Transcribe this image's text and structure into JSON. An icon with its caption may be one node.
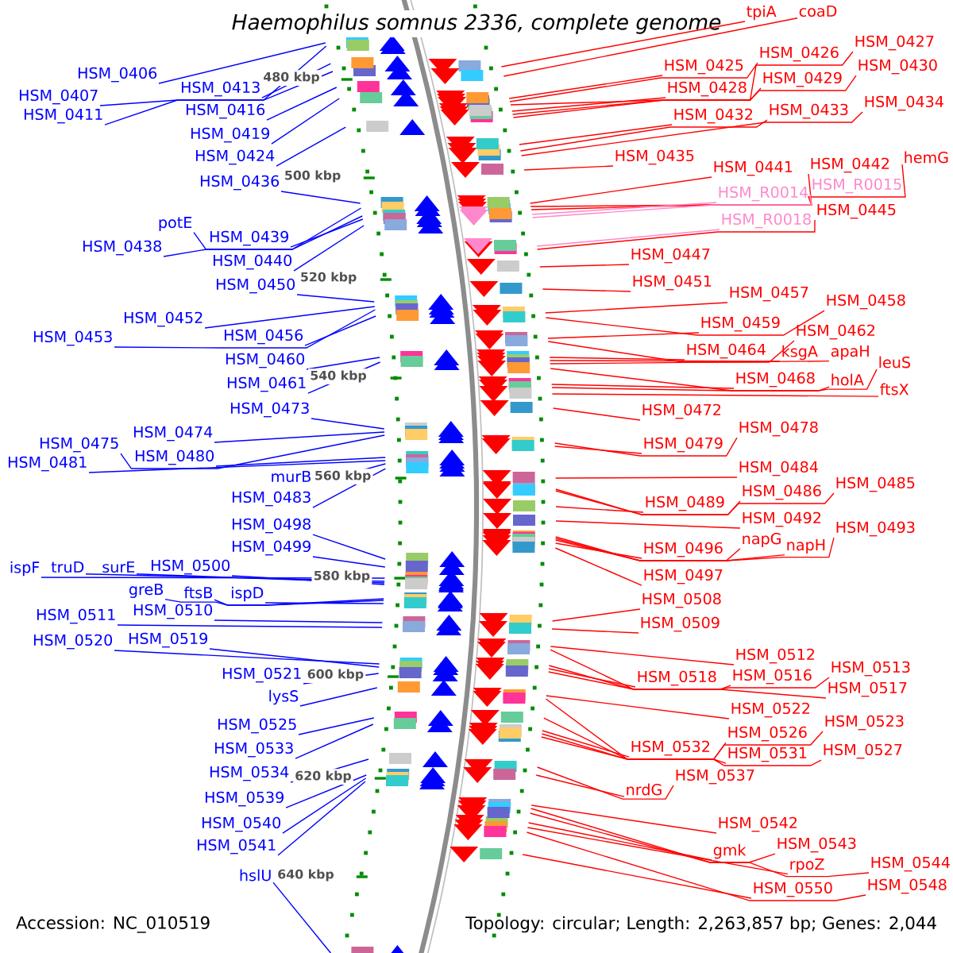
{
  "diagram": {
    "title": "Haemophilus somnus 2336, complete genome",
    "nodes": [
      {
        "text": [
          "HSM_0406"
        ]
      },
      {
        "text": [
          "HSM_0407"
        ]
      },
      {
        "text": [
          "HSM_0411"
        ]
      },
      {
        "text": [
          "HSM_0413"
        ]
      },
      {
        "text": [
          "HSM_0416"
        ]
      },
      {
        "text": [
          "HSM_0419"
        ]
      },
      {
        "text": [
          "HSM_0424"
        ]
      },
      {
        "text": [
          "HSM_0436"
        ]
      },
      {
        "text": [
          "potE"
        ]
      },
      {
        "text": [
          "HSM_0438"
        ]
      },
      {
        "text": [
          "HSM_0439"
        ]
      },
      {
        "text": [
          "HSM_0440"
        ]
      },
      {
        "text": [
          "HSM_0450"
        ]
      },
      {
        "text": [
          "HSM_0452"
        ]
      },
      {
        "text": [
          "HSM_0453"
        ]
      },
      {
        "text": [
          "HSM_0456"
        ]
      },
      {
        "text": [
          "HSM_0460"
        ]
      },
      {
        "text": [
          "HSM_0461"
        ]
      },
      {
        "text": [
          "HSM_0473"
        ]
      },
      {
        "text": [
          "HSM_0474"
        ]
      },
      {
        "text": [
          "HSM_0475"
        ]
      },
      {
        "text": [
          "HSM_0480"
        ]
      },
      {
        "text": [
          "HSM_0481"
        ]
      },
      {
        "text": [
          "murB"
        ]
      },
      {
        "text": [
          "HSM_0483"
        ]
      },
      {
        "text": [
          "HSM_0498"
        ]
      },
      {
        "text": [
          "HSM_0499"
        ]
      },
      {
        "text": [
          "ispF"
        ]
      },
      {
        "text": [
          "truD"
        ]
      },
      {
        "text": [
          "surE"
        ]
      },
      {
        "text": [
          "HSM_0500"
        ]
      },
      {
        "text": [
          "greB"
        ]
      },
      {
        "text": [
          "ftsB"
        ]
      },
      {
        "text": [
          "ispD"
        ]
      },
      {
        "text": [
          "HSM_0510"
        ]
      },
      {
        "text": [
          "HSM_0511"
        ]
      },
      {
        "text": [
          "HSM_0520"
        ]
      },
      {
        "text": [
          "HSM_0519"
        ]
      },
      {
        "text": [
          "HSM_0521"
        ]
      },
      {
        "text": [
          "lysS"
        ]
      },
      {
        "text": [
          "HSM_0525"
        ]
      },
      {
        "text": [
          "HSM_0533"
        ]
      },
      {
        "text": [
          "HSM_0534"
        ]
      },
      {
        "text": [
          "HSM_0539"
        ]
      },
      {
        "text": [
          "HSM_0540"
        ]
      },
      {
        "text": [
          "HSM_0541"
        ]
      },
      {
        "text": [
          "hslU"
        ]
      },
      {
        "text": [
          "tpiA"
        ]
      },
      {
        "text": [
          "coaD"
        ]
      },
      {
        "text": [
          "HSM_0427"
        ]
      },
      {
        "text": [
          "HSM_0426"
        ]
      },
      {
        "text": [
          "HSM_0425"
        ]
      },
      {
        "text": [
          "HSM_0430"
        ]
      },
      {
        "text": [
          "HSM_0429"
        ]
      },
      {
        "text": [
          "HSM_0428"
        ]
      },
      {
        "text": [
          "HSM_0434"
        ]
      },
      {
        "text": [
          "HSM_0433"
        ]
      },
      {
        "text": [
          "HSM_0432"
        ]
      },
      {
        "text": [
          "HSM_0435"
        ]
      },
      {
        "text": [
          "hemG"
        ]
      },
      {
        "text": [
          "HSM_0442"
        ]
      },
      {
        "text": [
          "HSM_0441"
        ]
      },
      {
        "text": [
          "HSM_R0015"
        ]
      },
      {
        "text": [
          "HSM_R0014"
        ]
      },
      {
        "text": [
          "HSM_0445"
        ]
      },
      {
        "text": [
          "HSM_R0018"
        ]
      },
      {
        "text": [
          "HSM_0447"
        ]
      },
      {
        "text": [
          "HSM_0451"
        ]
      },
      {
        "text": [
          "HSM_0457"
        ]
      },
      {
        "text": [
          "HSM_0458"
        ]
      },
      {
        "text": [
          "HSM_0459"
        ]
      },
      {
        "text": [
          "HSM_0462"
        ]
      },
      {
        "text": [
          "HSM_0464"
        ]
      },
      {
        "text": [
          "ksgA"
        ]
      },
      {
        "text": [
          "apaH"
        ]
      },
      {
        "text": [
          "leuS"
        ]
      },
      {
        "text": [
          "HSM_0468"
        ]
      },
      {
        "text": [
          "holA"
        ]
      },
      {
        "text": [
          "ftsX"
        ]
      },
      {
        "text": [
          "HSM_0472"
        ]
      },
      {
        "text": [
          "HSM_0478"
        ]
      },
      {
        "text": [
          "HSM_0479"
        ]
      },
      {
        "text": [
          "HSM_0484"
        ]
      },
      {
        "text": [
          "HSM_0485"
        ]
      },
      {
        "text": [
          "HSM_0486"
        ]
      },
      {
        "text": [
          "HSM_0489"
        ]
      },
      {
        "text": [
          "HSM_0492"
        ]
      },
      {
        "text": [
          "HSM_0493"
        ]
      },
      {
        "text": [
          "napG"
        ]
      },
      {
        "text": [
          "napH"
        ]
      },
      {
        "text": [
          "HSM_0496"
        ]
      },
      {
        "text": [
          "HSM_0497"
        ]
      },
      {
        "text": [
          "HSM_0508"
        ]
      },
      {
        "text": [
          "HSM_0509"
        ]
      },
      {
        "text": [
          "HSM_0512"
        ]
      },
      {
        "text": [
          "HSM_0513"
        ]
      },
      {
        "text": [
          "HSM_0518"
        ]
      },
      {
        "text": [
          "HSM_0516"
        ]
      },
      {
        "text": [
          "HSM_0517"
        ]
      },
      {
        "text": [
          "HSM_0522"
        ]
      },
      {
        "text": [
          "HSM_0523"
        ]
      },
      {
        "text": [
          "HSM_0526"
        ]
      },
      {
        "text": [
          "HSM_0532"
        ]
      },
      {
        "text": [
          "HSM_0527"
        ]
      },
      {
        "text": [
          "HSM_0531"
        ]
      },
      {
        "text": [
          "HSM_0537"
        ]
      },
      {
        "text": [
          "nrdG"
        ]
      },
      {
        "text": [
          "HSM_0542"
        ]
      },
      {
        "text": [
          "HSM_0543"
        ]
      },
      {
        "text": [
          "gmk"
        ]
      },
      {
        "text": [
          "HSM_0544"
        ]
      },
      {
        "text": [
          "rpoZ"
        ]
      },
      {
        "text": [
          "HSM_0548"
        ]
      },
      {
        "text": [
          "HSM_0550"
        ]
      }
    ],
    "edges": [
      {
        "from": 0,
        "to": null,
        "arrow": "none",
        "color": "#0000ff"
      },
      {
        "from": 1,
        "to": null,
        "arrow": "none",
        "color": "#0000ff"
      },
      {
        "from": 2,
        "to": null,
        "arrow": "none",
        "color": "#0000ff"
      },
      {
        "from": 3,
        "to": null,
        "arrow": "none",
        "color": "#0000ff"
      },
      {
        "from": 4,
        "to": null,
        "arrow": "none",
        "color": "#0000ff"
      },
      {
        "from": 5,
        "to": null,
        "arrow": "none",
        "color": "#0000ff"
      },
      {
        "from": 6,
        "to": null,
        "arrow": "none",
        "color": "#0000ff"
      },
      {
        "from": 7,
        "to": null,
        "arrow": "none",
        "color": "#0000ff"
      },
      {
        "from": 8,
        "to": null,
        "arrow": "none",
        "color": "#0000ff"
      },
      {
        "from": 9,
        "to": null,
        "arrow": "none",
        "color": "#0000ff"
      },
      {
        "from": 10,
        "to": null,
        "arrow": "none",
        "color": "#0000ff"
      },
      {
        "from": 11,
        "to": null,
        "arrow": "none",
        "color": "#0000ff"
      },
      {
        "from": 12,
        "to": null,
        "arrow": "none",
        "color": "#0000ff"
      },
      {
        "from": 13,
        "to": null,
        "arrow": "none",
        "color": "#0000ff"
      },
      {
        "from": 14,
        "to": null,
        "arrow": "none",
        "color": "#0000ff"
      },
      {
        "from": 15,
        "to": null,
        "arrow": "none",
        "color": "#0000ff"
      },
      {
        "from": 16,
        "to": null,
        "arrow": "none",
        "color": "#0000ff"
      },
      {
        "from": 17,
        "to": null,
        "arrow": "none",
        "color": "#0000ff"
      },
      {
        "from": 18,
        "to": null,
        "arrow": "none",
        "color": "#0000ff"
      },
      {
        "from": 19,
        "to": null,
        "arrow": "none",
        "color": "#0000ff"
      },
      {
        "from": 20,
        "to": null,
        "arrow": "none",
        "color": "#0000ff"
      },
      {
        "from": 21,
        "to": null,
        "arrow": "none",
        "color": "#0000ff"
      },
      {
        "from": 22,
        "to": null,
        "arrow": "none",
        "color": "#0000ff"
      },
      {
        "from": 23,
        "to": null,
        "arrow": "none",
        "color": "#0000ff"
      },
      {
        "from": 24,
        "to": null,
        "arrow": "none",
        "color": "#0000ff"
      },
      {
        "from": 25,
        "to": null,
        "arrow": "none",
        "color": "#0000ff"
      },
      {
        "from": 26,
        "to": null,
        "arrow": "none",
        "color": "#0000ff"
      },
      {
        "from": 27,
        "to": null,
        "arrow": "none",
        "color": "#0000ff"
      },
      {
        "from": 28,
        "to": null,
        "arrow": "none",
        "color": "#0000ff"
      },
      {
        "from": 29,
        "to": null,
        "arrow": "none",
        "color": "#0000ff"
      },
      {
        "from": 30,
        "to": null,
        "arrow": "none",
        "color": "#0000ff"
      },
      {
        "from": 31,
        "to": null,
        "arrow": "none",
        "color": "#0000ff"
      },
      {
        "from": 32,
        "to": null,
        "arrow": "none",
        "color": "#0000ff"
      },
      {
        "from": 33,
        "to": null,
        "arrow": "none",
        "color": "#0000ff"
      },
      {
        "from": 34,
        "to": null,
        "arrow": "none",
        "color": "#0000ff"
      },
      {
        "from": 35,
        "to": null,
        "arrow": "none",
        "color": "#0000ff"
      },
      {
        "from": 36,
        "to": null,
        "arrow": "none",
        "color": "#0000ff"
      },
      {
        "from": 37,
        "to": null,
        "arrow": "none",
        "color": "#0000ff"
      },
      {
        "from": 38,
        "to": null,
        "arrow": "none",
        "color": "#0000ff"
      },
      {
        "from": 39,
        "to": null,
        "arrow": "none",
        "color": "#0000ff"
      },
      {
        "from": 40,
        "to": null,
        "arrow": "none",
        "color": "#0000ff"
      },
      {
        "from": 41,
        "to": null,
        "arrow": "none",
        "color": "#0000ff"
      },
      {
        "from": 42,
        "to": null,
        "arrow": "none",
        "color": "#0000ff"
      },
      {
        "from": 43,
        "to": null,
        "arrow": "none",
        "color": "#0000ff"
      },
      {
        "from": 44,
        "to": null,
        "arrow": "none",
        "color": "#0000ff"
      },
      {
        "from": 45,
        "to": null,
        "arrow": "none",
        "color": "#0000ff"
      },
      {
        "from": 46,
        "to": null,
        "arrow": "none",
        "color": "#0000ff"
      },
      {
        "from": 47,
        "to": null,
        "arrow": "none"
      },
      {
        "from": 48,
        "to": null,
        "arrow": "none"
      },
      {
        "from": 49,
        "to": null,
        "arrow": "none"
      },
      {
        "from": 50,
        "to": null,
        "arrow": "none"
      },
      {
        "from": 51,
        "to": null,
        "arrow": "none"
      },
      {
        "from": 52,
        "to": null,
        "arrow": "none"
      },
      {
        "from": 53,
        "to": null,
        "arrow": "none"
      },
      {
        "from": 54,
        "to": null,
        "arrow": "none"
      },
      {
        "from": 55,
        "to": null,
        "arrow": "none"
      },
      {
        "from": 56,
        "to": null,
        "arrow": "none"
      },
      {
        "from": 57,
        "to": null,
        "arrow": "none"
      },
      {
        "from": 58,
        "to": null,
        "arrow": "none"
      },
      {
        "from": 59,
        "to": null,
        "arrow": "none"
      },
      {
        "from": 60,
        "to": null,
        "arrow": "none"
      },
      {
        "from": 61,
        "to": null,
        "arrow": "none"
      },
      {
        "from": 62,
        "to": null,
        "arrow": "none",
        "color": "#ff88cc"
      },
      {
        "from": 63,
        "to": null,
        "arrow": "none",
        "color": "#ff88cc"
      },
      {
        "from": 64,
        "to": null,
        "arrow": "none"
      },
      {
        "from": 65,
        "to": null,
        "arrow": "none",
        "color": "#ff88cc"
      },
      {
        "from": 66,
        "to": null,
        "arrow": "none"
      },
      {
        "from": 67,
        "to": null,
        "arrow": "none"
      },
      {
        "from": 68,
        "to": null,
        "arrow": "none"
      },
      {
        "from": 69,
        "to": null,
        "arrow": "none"
      },
      {
        "from": 70,
        "to": null,
        "arrow": "none"
      },
      {
        "from": 71,
        "to": null,
        "arrow": "none"
      },
      {
        "from": 72,
        "to": null,
        "arrow": "none"
      },
      {
        "from": 73,
        "to": null,
        "arrow": "none"
      },
      {
        "from": 74,
        "to": null,
        "arrow": "none"
      },
      {
        "from": 75,
        "to": null,
        "arrow": "none"
      },
      {
        "from": 76,
        "to": null,
        "arrow": "none"
      },
      {
        "from": 77,
        "to": null,
        "arrow": "none"
      },
      {
        "from": 78,
        "to": null,
        "arrow": "none"
      },
      {
        "from": 79,
        "to": null,
        "arrow": "none"
      },
      {
        "from": 80,
        "to": null,
        "arrow": "none"
      },
      {
        "from": 81,
        "to": null,
        "arrow": "none"
      },
      {
        "from": 82,
        "to": null,
        "arrow": "none"
      },
      {
        "from": 83,
        "to": null,
        "arrow": "none"
      },
      {
        "from": 84,
        "to": null,
        "arrow": "none"
      },
      {
        "from": 85,
        "to": null,
        "arrow": "none"
      },
      {
        "from": 86,
        "to": null,
        "arrow": "none"
      },
      {
        "from": 87,
        "to": null,
        "arrow": "none"
      },
      {
        "from": 88,
        "to": null,
        "arrow": "none"
      },
      {
        "from": 89,
        "to": null,
        "arrow": "none"
      },
      {
        "from": 90,
        "to": null,
        "arrow": "none"
      },
      {
        "from": 91,
        "to": null,
        "arrow": "none"
      },
      {
        "from": 92,
        "to": null,
        "arrow": "none"
      },
      {
        "from": 93,
        "to": null,
        "arrow": "none"
      },
      {
        "from": 94,
        "to": null,
        "arrow": "none"
      },
      {
        "from": 95,
        "to": null,
        "arrow": "none"
      },
      {
        "from": 96,
        "to": null,
        "arrow": "none"
      },
      {
        "from": 97,
        "to": null,
        "arrow": "none"
      },
      {
        "from": 98,
        "to": null,
        "arrow": "none"
      },
      {
        "from": 99,
        "to": null,
        "arrow": "none"
      },
      {
        "from": 100,
        "to": null,
        "arrow": "none"
      },
      {
        "from": 101,
        "to": null,
        "arrow": "none"
      },
      {
        "from": 102,
        "to": null,
        "arrow": "none"
      },
      {
        "from": 103,
        "to": null,
        "arrow": "none"
      },
      {
        "from": 104,
        "to": null,
        "arrow": "none"
      },
      {
        "from": 105,
        "to": null,
        "arrow": "none"
      },
      {
        "from": 106,
        "to": null,
        "arrow": "none"
      },
      {
        "from": 107,
        "to": null,
        "arrow": "none"
      },
      {
        "from": 108,
        "to": null,
        "arrow": "none"
      },
      {
        "from": 109,
        "to": null,
        "arrow": "none"
      },
      {
        "from": 110,
        "to": null,
        "arrow": "none"
      },
      {
        "from": 111,
        "to": null,
        "arrow": "none"
      },
      {
        "from": 112,
        "to": null,
        "arrow": "none"
      },
      {
        "from": 113,
        "to": null,
        "arrow": "none"
      }
    ],
    "labels": [
      "480 kbp",
      "500 kbp",
      "520 kbp",
      "540 kbp",
      "560 kbp",
      "580 kbp",
      "600 kbp",
      "620 kbp",
      "640 kbp",
      "Accession: NC_010519",
      "Topology: circular; Length: 2,263,857 bp; Genes: 2,044"
    ]
  }
}
